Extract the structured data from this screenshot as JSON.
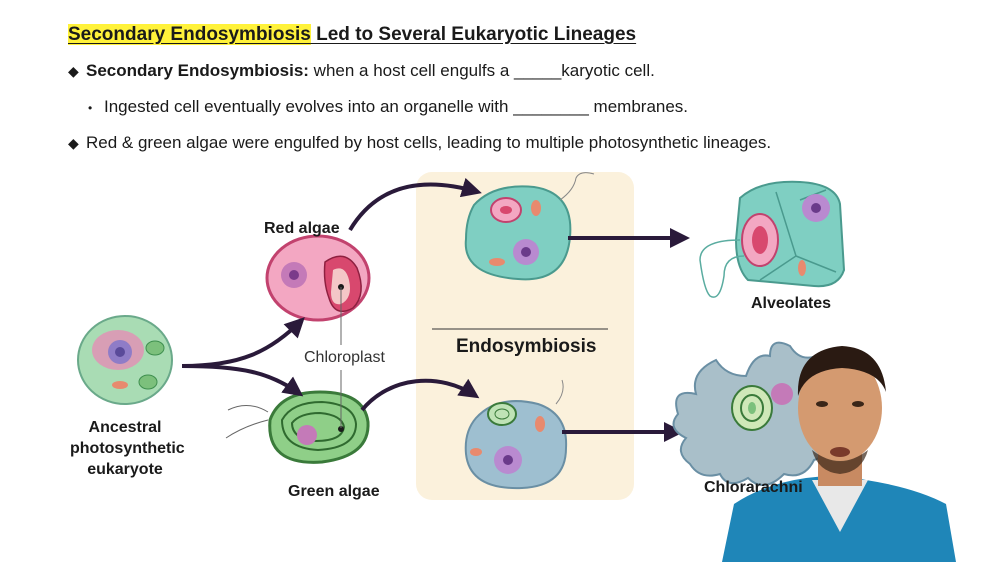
{
  "title": {
    "highlighted": "Secondary Endosymbiosis",
    "rest": " Led to Several Eukaryotic Lineages"
  },
  "bullets": {
    "b1_term": "Secondary Endosymbiosis:",
    "b1_text": " when a host cell engulfs a _____karyotic cell.",
    "b2_text": "Ingested cell eventually evolves into an organelle with ________ membranes.",
    "b3_text": "Red & green algae were engulfed by host cells, leading to multiple photosynthetic lineages."
  },
  "diagram": {
    "ancestral_line1": "Ancestral",
    "ancestral_line2": "photosynthetic",
    "ancestral_line3": "eukaryote",
    "red_algae": "Red algae",
    "green_algae": "Green algae",
    "chloroplast": "Chloroplast",
    "endosymbiosis": "Endosymbiosis",
    "alveolates": "Alveolates",
    "chlorarachniophytes": "Chlorarachni"
  },
  "colors": {
    "highlight": "#fff23a",
    "panel": "#fbf1dc",
    "red_algae": "#f3a7c2",
    "green_algae": "#7ac47a",
    "host_cell": "#7fcfc2",
    "arrow": "#2a1a3a"
  }
}
